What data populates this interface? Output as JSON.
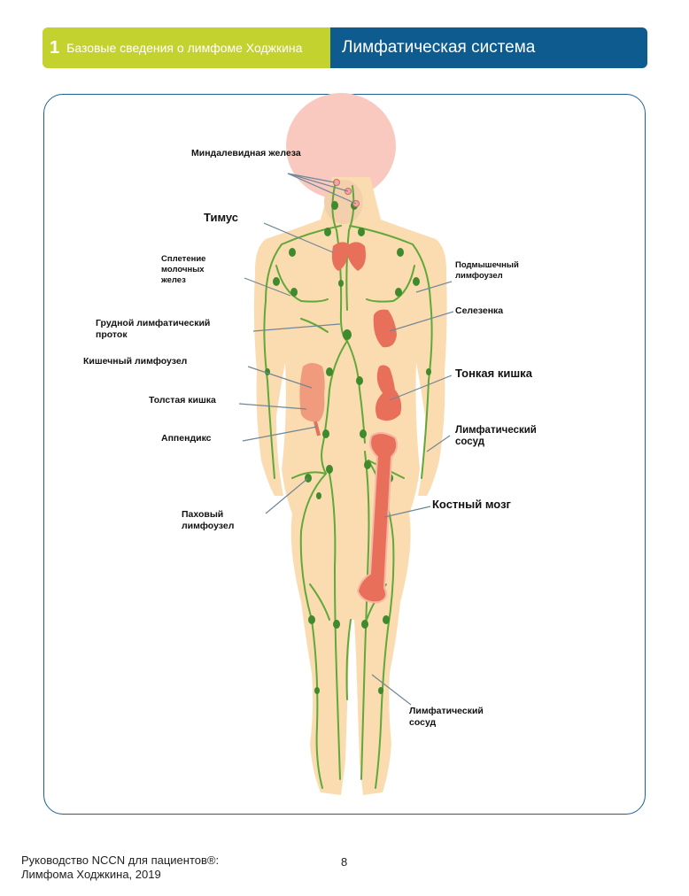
{
  "header": {
    "section_number": "1",
    "section_title": "Базовые сведения о лимфоме Ходжкина",
    "page_title": "Лимфатическая система"
  },
  "figure": {
    "labels": {
      "tonsils": "Миндалевидная железа",
      "thymus": "Тимус",
      "mammary_plexus": "Сплетение молочных желез",
      "axillary_node": "Подмышечный лимфоузел",
      "thoracic_duct": "Грудной лимфатический проток",
      "spleen": "Селезенка",
      "intestinal_node": "Кишечный лимфоузел",
      "small_intestine": "Тонкая кишка",
      "large_intestine": "Толстая кишка",
      "appendix": "Аппендикс",
      "lymph_vessel_arm": "Лимфатический сосуд",
      "inguinal_node": "Паховый лимфоузел",
      "bone_marrow": "Костный мозг",
      "lymph_vessel_leg": "Лимфатический сосуд"
    }
  },
  "footer": {
    "line1": "Руководство NCCN для пациентов®:",
    "line2": "Лимфома Ходжкина, 2019",
    "page_number": "8"
  },
  "colors": {
    "header_green": "#c4d230",
    "header_blue": "#0e5b90",
    "panel_border": "#1d5f94",
    "body_fill": "#fbdcb0",
    "head_fill": "#f9c9bf",
    "organ_fill": "#e8705a",
    "lymph_green": "#5fa83a"
  }
}
